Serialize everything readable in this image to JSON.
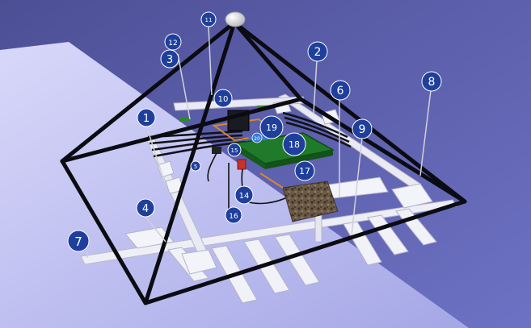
{
  "colors": {
    "sky": "#5b5fa6",
    "floor": "#b9baf0",
    "frame": "#0b0b12",
    "callout_fill": "#1f3f9c",
    "callout_text": "#ffffff",
    "beam": "#e9eaf3",
    "board": "#1f7a2a",
    "wire_orange": "#d9862a",
    "rock": "#5a4a3a"
  },
  "callouts": [
    {
      "id": "c1",
      "label": "1"
    },
    {
      "id": "c2",
      "label": "2"
    },
    {
      "id": "c3",
      "label": "3"
    },
    {
      "id": "c4",
      "label": "4"
    },
    {
      "id": "c5",
      "label": "5"
    },
    {
      "id": "c6",
      "label": "6"
    },
    {
      "id": "c7",
      "label": "7"
    },
    {
      "id": "c8",
      "label": "8"
    },
    {
      "id": "c9",
      "label": "9"
    },
    {
      "id": "c10",
      "label": "10"
    },
    {
      "id": "c11",
      "label": "11"
    },
    {
      "id": "c12",
      "label": "12"
    },
    {
      "id": "c14",
      "label": "14"
    },
    {
      "id": "c15",
      "label": "15"
    },
    {
      "id": "c16",
      "label": "16"
    },
    {
      "id": "c17",
      "label": "17"
    },
    {
      "id": "c18",
      "label": "18"
    },
    {
      "id": "c19",
      "label": "19"
    },
    {
      "id": "c20",
      "label": "20"
    }
  ]
}
